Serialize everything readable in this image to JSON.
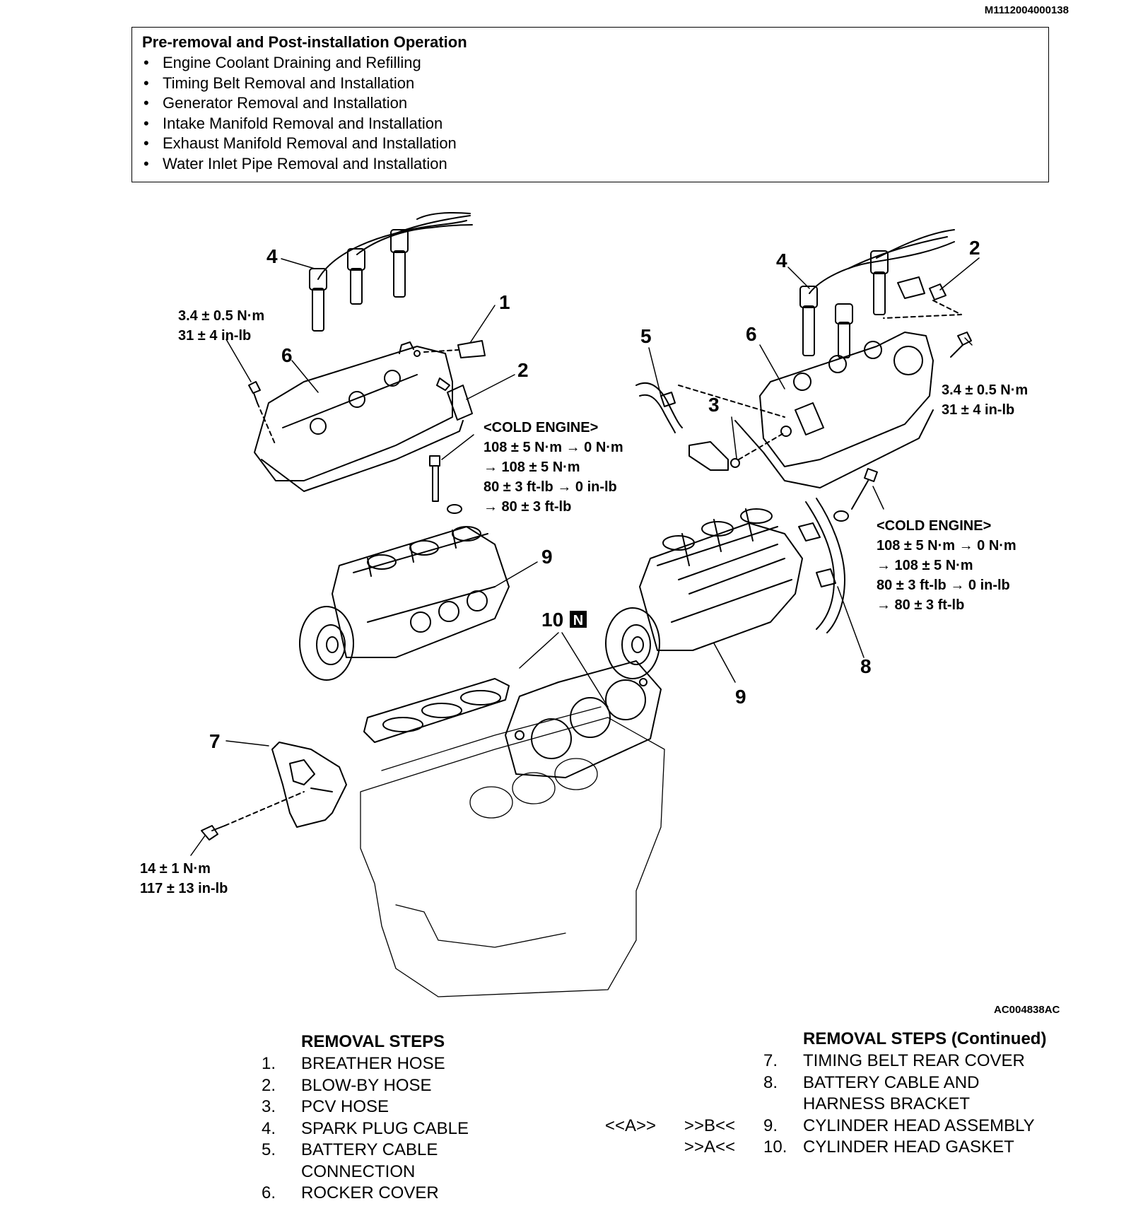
{
  "document_id": "M1112004000138",
  "figure_id": "AC004838AC",
  "pre_operation": {
    "title": "Pre-removal and Post-installation Operation",
    "items": [
      "Engine Coolant Draining and Refilling",
      "Timing Belt Removal and Installation",
      "Generator Removal and Installation",
      "Intake Manifold Removal and Installation",
      "Exhaust Manifold Removal and Installation",
      "Water Inlet Pipe Removal and Installation"
    ]
  },
  "callouts": {
    "n1": "1",
    "n2": "2",
    "n3": "3",
    "n4": "4",
    "n5": "5",
    "n6": "6",
    "n7": "7",
    "n8": "8",
    "n9": "9",
    "n10": "10",
    "n10_badge": "N"
  },
  "torque": {
    "cover_bolt_nm": "3.4 ± 0.5 N·m",
    "cover_bolt_inlb": "31 ± 4 in-lb",
    "head_bolt": {
      "title": "<COLD ENGINE>",
      "lines": [
        "108 ± 5 N·m → 0 N·m",
        "→ 108 ± 5 N·m",
        "80 ± 3 ft-lb → 0 in-lb",
        "→ 80 ± 3 ft-lb"
      ]
    },
    "rear_cover_nm": "14 ± 1 N·m",
    "rear_cover_inlb": "117 ± 13 in-lb"
  },
  "removal_steps": {
    "title": "REMOVAL STEPS",
    "items": [
      {
        "num": "1.",
        "label": "BREATHER HOSE"
      },
      {
        "num": "2.",
        "label": "BLOW-BY HOSE"
      },
      {
        "num": "3.",
        "label": "PCV HOSE"
      },
      {
        "num": "4.",
        "label": "SPARK PLUG CABLE"
      },
      {
        "num": "5.",
        "label": "BATTERY CABLE"
      },
      {
        "num": "",
        "label": "CONNECTION"
      },
      {
        "num": "6.",
        "label": "ROCKER COVER"
      }
    ]
  },
  "removal_steps_cont": {
    "title": "REMOVAL STEPS (Continued)",
    "items": [
      {
        "code_a": "",
        "code_b": "",
        "num": "7.",
        "label": "TIMING BELT REAR COVER"
      },
      {
        "code_a": "",
        "code_b": "",
        "num": "8.",
        "label": "BATTERY CABLE AND"
      },
      {
        "code_a": "",
        "code_b": "",
        "num": "",
        "label": "HARNESS BRACKET"
      },
      {
        "code_a": "<<A>>",
        "code_b": ">>B<<",
        "num": "9.",
        "label": "CYLINDER HEAD ASSEMBLY"
      },
      {
        "code_a": "",
        "code_b": ">>A<<",
        "num": "10.",
        "label": "CYLINDER HEAD GASKET"
      }
    ]
  }
}
